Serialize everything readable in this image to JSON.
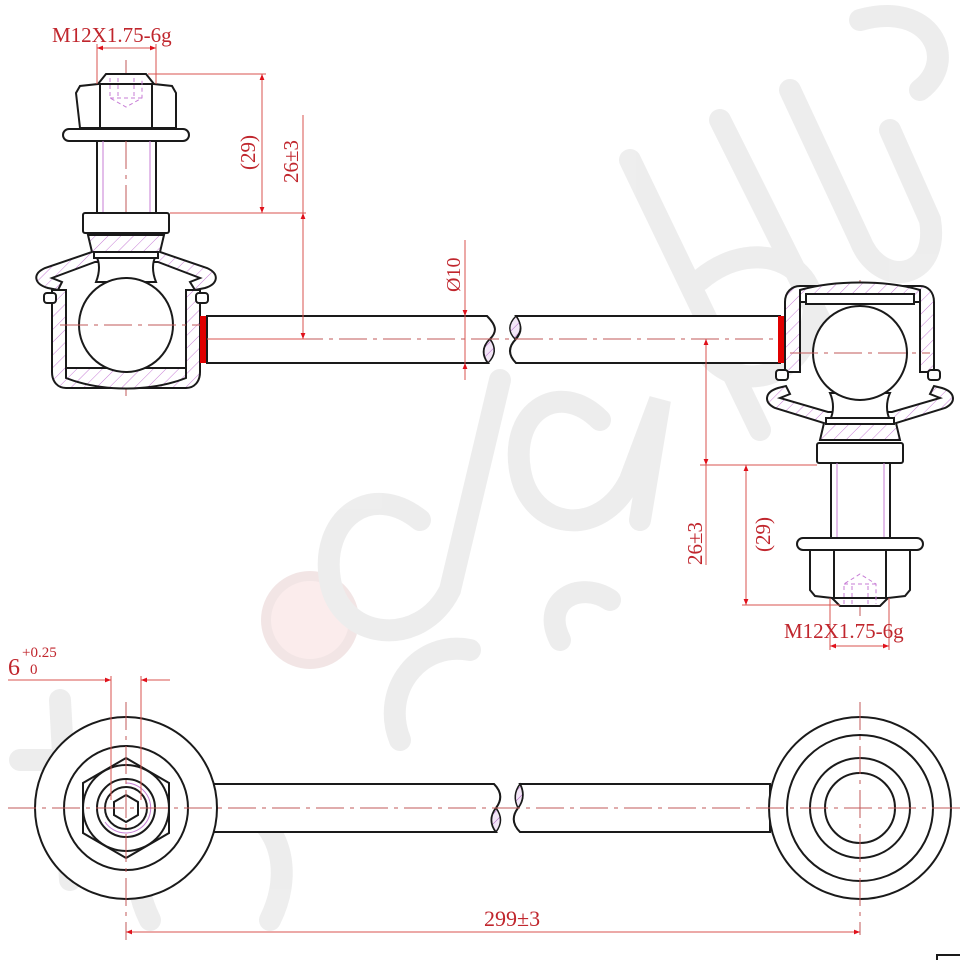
{
  "drawing": {
    "title": "Stabilizer link technical drawing",
    "watermark": "autodaplus",
    "colors": {
      "outline": "#1a1a1a",
      "dimension": "#c0262d",
      "centerline": "#c25a5a",
      "hatch": "#c77dd6",
      "weld": "#e00000",
      "watermark": "#ececec",
      "watermark_dot": "#fbe9e9"
    }
  },
  "front_view": {
    "left_joint": {
      "thread_spec": "M12X1.75-6g",
      "stud_length_ref": "(29)",
      "height_tolerance": "26±3"
    },
    "rod": {
      "diameter": "Ø10"
    },
    "right_joint": {
      "thread_spec": "M12X1.75-6g",
      "stud_length_ref": "(29)",
      "height_tolerance": "26±3"
    }
  },
  "top_view": {
    "hex_socket": {
      "value": "6",
      "upper_tol": "+0.25",
      "lower_tol": "0"
    },
    "overall_length": "299±3"
  }
}
